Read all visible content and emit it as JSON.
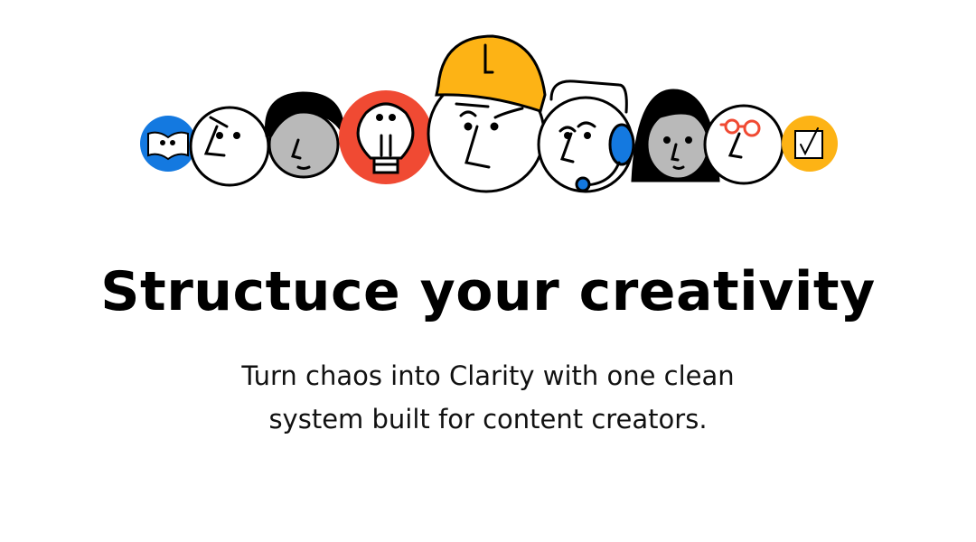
{
  "hero": {
    "title": "Structuce your creativity",
    "subtitle_line1": "Turn chaos into Clarity with one clean",
    "subtitle_line2": "system built for content creators."
  },
  "colors": {
    "blue": "#1479e0",
    "red": "#f04a33",
    "yellow": "#fdb315",
    "gray": "#b9b9b9"
  }
}
